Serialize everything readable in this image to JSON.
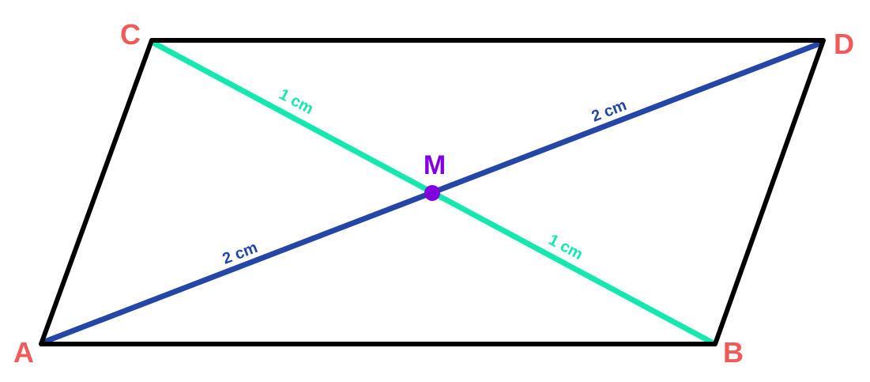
{
  "diagram": {
    "title": "Parallelogram with diagonals intersecting at M",
    "vertices": {
      "A": {
        "label": "A"
      },
      "B": {
        "label": "B"
      },
      "C": {
        "label": "C"
      },
      "D": {
        "label": "D"
      }
    },
    "midpoint": {
      "label": "M"
    },
    "segments": {
      "CM": {
        "label": "1 cm"
      },
      "MB": {
        "label": "1 cm"
      },
      "AM": {
        "label": "2 cm"
      },
      "MD": {
        "label": "2 cm"
      }
    },
    "colors": {
      "outline": "#000000",
      "vertex_label": "#F25A5A",
      "midpoint": "#8000E0",
      "diagonal_AD": "#2446A6",
      "diagonal_CB": "#14E8AF"
    }
  }
}
